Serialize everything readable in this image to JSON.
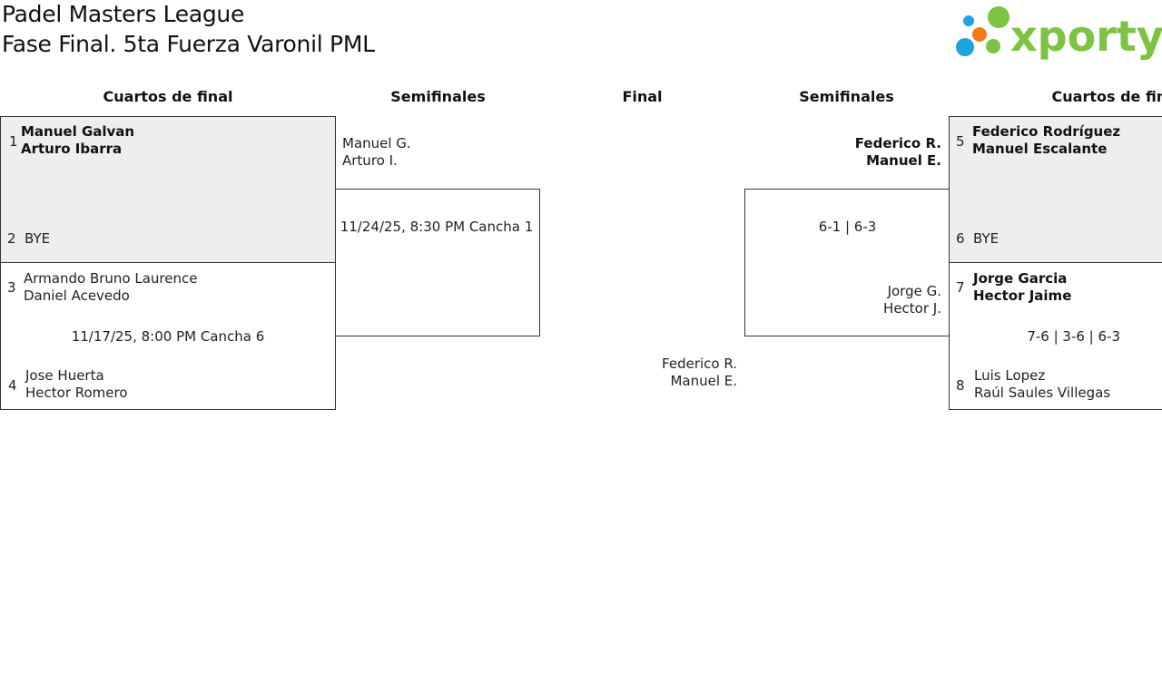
{
  "header": {
    "title_line1": "Padel Masters League",
    "title_line2": "Fase Final. 5ta Fuerza Varonil PML",
    "logo_text": "xporty"
  },
  "columns": {
    "qf_left": "Cuartos de final",
    "sf_left": "Semifinales",
    "final": "Final",
    "sf_right": "Semifinales",
    "qf_right": "Cuartos de final"
  },
  "quarterfinals": {
    "m1": {
      "top": {
        "seed": "1",
        "player1": "Manuel Galvan",
        "player2": "Arturo Ibarra"
      },
      "bottom": {
        "seed": "2",
        "player1": "BYE"
      }
    },
    "m2": {
      "top": {
        "seed": "3",
        "player1": "Armando Bruno Laurence",
        "player2": "Daniel Acevedo"
      },
      "info": "11/17/25, 8:00 PM Cancha 6",
      "bottom": {
        "seed": "4",
        "player1": "Jose Huerta",
        "player2": "Hector Romero"
      }
    },
    "m3": {
      "top": {
        "seed": "5",
        "player1": "Federico Rodríguez",
        "player2": "Manuel Escalante"
      },
      "bottom": {
        "seed": "6",
        "player1": "BYE"
      }
    },
    "m4": {
      "top": {
        "seed": "7",
        "player1": "Jorge Garcia",
        "player2": "Hector Jaime"
      },
      "info": "7-6 | 3-6 | 6-3",
      "bottom": {
        "seed": "8",
        "player1": "Luis Lopez",
        "player2": "Raúl Saules Villegas"
      }
    }
  },
  "semifinals": {
    "left": {
      "top": {
        "player1": "Manuel G.",
        "player2": "Arturo I."
      },
      "info": "11/24/25, 8:30 PM Cancha 1"
    },
    "right": {
      "top": {
        "player1": "Federico R.",
        "player2": "Manuel E."
      },
      "info": "6-1 | 6-3",
      "bottom": {
        "player1": "Jorge G.",
        "player2": "Hector J."
      }
    }
  },
  "final": {
    "right": {
      "player1": "Federico R.",
      "player2": "Manuel E."
    }
  },
  "colors": {
    "logo_green": "#7cc243",
    "logo_blue": "#1fa3e0",
    "logo_orange": "#f07a1a",
    "winner_bg": "#eeeeee",
    "border": "#333333"
  }
}
